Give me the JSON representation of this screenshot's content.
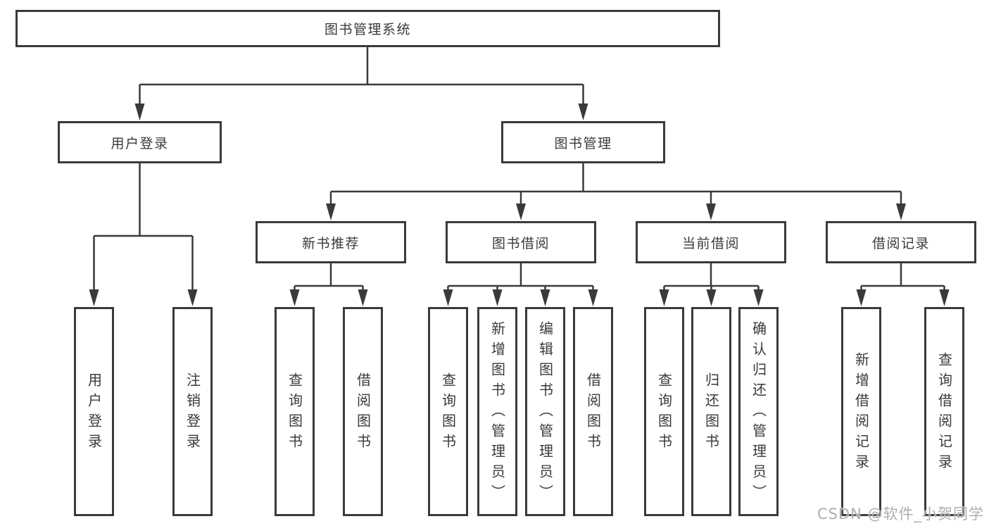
{
  "tree": {
    "label": "图书管理系统",
    "children": [
      {
        "label": "用户登录",
        "children": [
          {
            "label": "用户登录"
          },
          {
            "label": "注销登录"
          }
        ]
      },
      {
        "label": "图书管理",
        "children": [
          {
            "label": "新书推荐",
            "children": [
              {
                "label": "查询图书"
              },
              {
                "label": "借阅图书"
              }
            ]
          },
          {
            "label": "图书借阅",
            "children": [
              {
                "label": "查询图书"
              },
              {
                "label": "新增图书（管理员）"
              },
              {
                "label": "编辑图书（管理员）"
              },
              {
                "label": "借阅图书"
              }
            ]
          },
          {
            "label": "当前借阅",
            "children": [
              {
                "label": "查询图书"
              },
              {
                "label": "归还图书"
              },
              {
                "label": "确认归还（管理员）"
              }
            ]
          },
          {
            "label": "借阅记录",
            "children": [
              {
                "label": "新增借阅记录"
              },
              {
                "label": "查询借阅记录"
              }
            ]
          }
        ]
      }
    ]
  },
  "watermark": {
    "text": "CSDN @软件_小贺同学"
  },
  "colors": {
    "line": "#3a3a3a",
    "box_border": "#3a3a3a",
    "text": "#3a3a3a",
    "watermark": "#aeaeb1",
    "background": "#ffffff"
  }
}
